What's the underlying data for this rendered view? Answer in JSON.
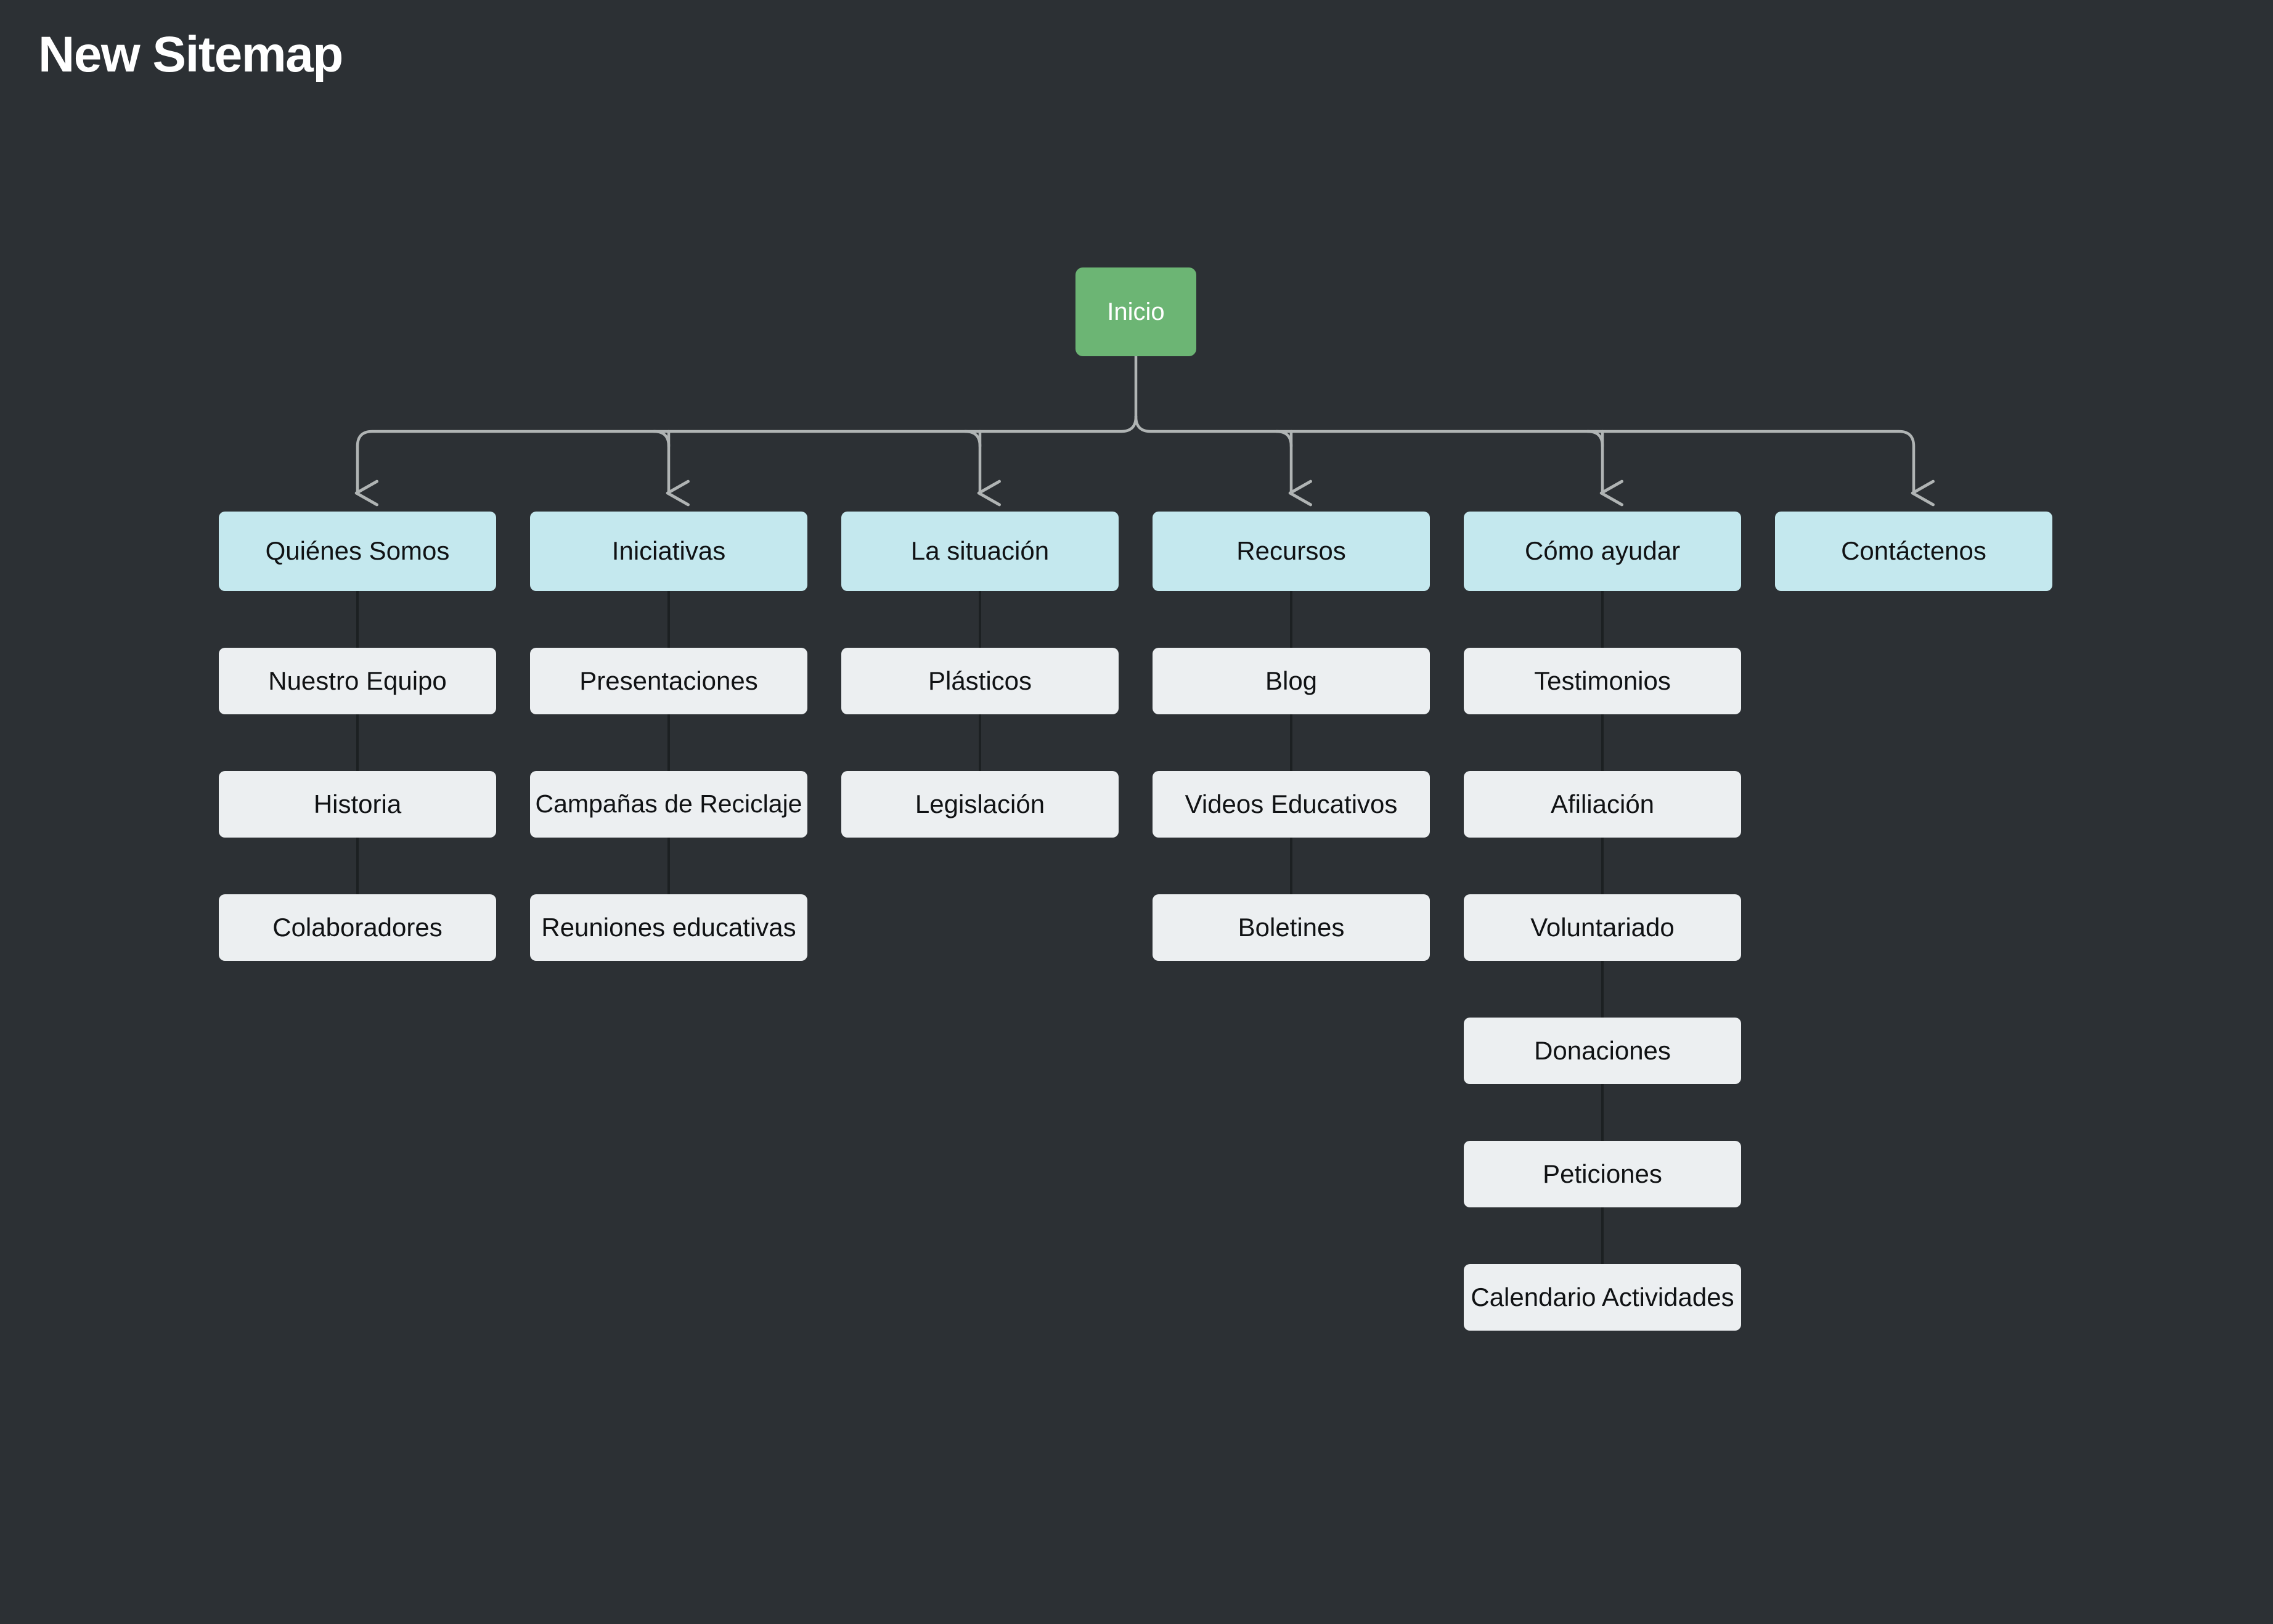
{
  "page": {
    "title": "New Sitemap",
    "background_color": "#2c3034",
    "title_color": "#ffffff"
  },
  "colors": {
    "background": "#2c3034",
    "root_node": "#6cb574",
    "root_node_text": "#ffffff",
    "section_node": "#c4e8ee",
    "page_node": "#eceff1",
    "node_text": "#101214",
    "root_connector": "#b0b4b4",
    "child_connector": "#1c2022"
  },
  "sitemap": {
    "root": {
      "label": "Inicio",
      "type": "root"
    },
    "columns": [
      {
        "section": "Quiénes Somos",
        "children": [
          "Nuestro Equipo",
          "Historia",
          "Colaboradores"
        ]
      },
      {
        "section": "Iniciativas",
        "children": [
          "Presentaciones",
          "Campañas de Reciclaje",
          "Reuniones educativas"
        ]
      },
      {
        "section": "La situación",
        "children": [
          "Plásticos",
          "Legislación"
        ]
      },
      {
        "section": "Recursos",
        "children": [
          "Blog",
          "Videos Educativos",
          "Boletines"
        ]
      },
      {
        "section": "Cómo ayudar",
        "children": [
          "Testimonios",
          "Afiliación",
          "Voluntariado",
          "Donaciones",
          "Peticiones",
          "Calendario Actividades"
        ]
      },
      {
        "section": "Contáctenos",
        "children": []
      }
    ]
  }
}
